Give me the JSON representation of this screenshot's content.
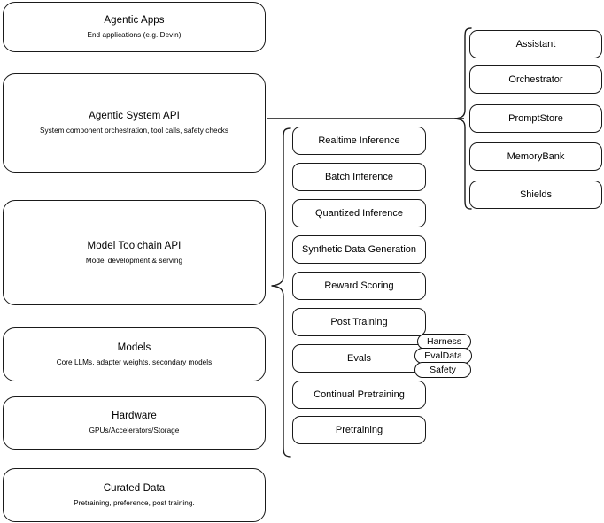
{
  "diagram": {
    "title": "Agentic AI stack layers",
    "stroke_color": "#1a1a1a",
    "connector_color": "#4a4a4a",
    "background_color": "#ffffff"
  },
  "stack_layers": [
    {
      "id": "agentic-apps",
      "title": "Agentic Apps",
      "subtitle": "End applications (e.g. Devin)"
    },
    {
      "id": "agentic-system-api",
      "title": "Agentic System API",
      "subtitle": "System component orchestration, tool calls, safety checks"
    },
    {
      "id": "model-toolchain-api",
      "title": "Model Toolchain API",
      "subtitle": "Model development & serving"
    },
    {
      "id": "models",
      "title": "Models",
      "subtitle": "Core LLMs, adapter weights, secondary models"
    },
    {
      "id": "hardware",
      "title": "Hardware",
      "subtitle": "GPUs/Accelerators/Storage"
    },
    {
      "id": "curated-data",
      "title": "Curated Data",
      "subtitle": "Pretraining, preference, post training."
    }
  ],
  "toolchain_items": [
    {
      "id": "realtime-inference",
      "label": "Realtime Inference"
    },
    {
      "id": "batch-inference",
      "label": "Batch Inference"
    },
    {
      "id": "quantized-inference",
      "label": "Quantized Inference"
    },
    {
      "id": "synthetic-data-generation",
      "label": "Synthetic Data Generation"
    },
    {
      "id": "reward-scoring",
      "label": "Reward Scoring"
    },
    {
      "id": "post-training",
      "label": "Post Training"
    },
    {
      "id": "evals",
      "label": "Evals"
    },
    {
      "id": "continual-pretraining",
      "label": "Continual Pretraining"
    },
    {
      "id": "pretraining",
      "label": "Pretraining"
    }
  ],
  "eval_pills": [
    {
      "id": "harness",
      "label": "Harness"
    },
    {
      "id": "evaldata",
      "label": "EvalData"
    },
    {
      "id": "safety",
      "label": "Safety"
    }
  ],
  "system_items": [
    {
      "id": "assistant",
      "label": "Assistant"
    },
    {
      "id": "orchestrator",
      "label": "Orchestrator"
    },
    {
      "id": "promptstore",
      "label": "PromptStore"
    },
    {
      "id": "memorybank",
      "label": "MemoryBank"
    },
    {
      "id": "shields",
      "label": "Shields"
    }
  ]
}
